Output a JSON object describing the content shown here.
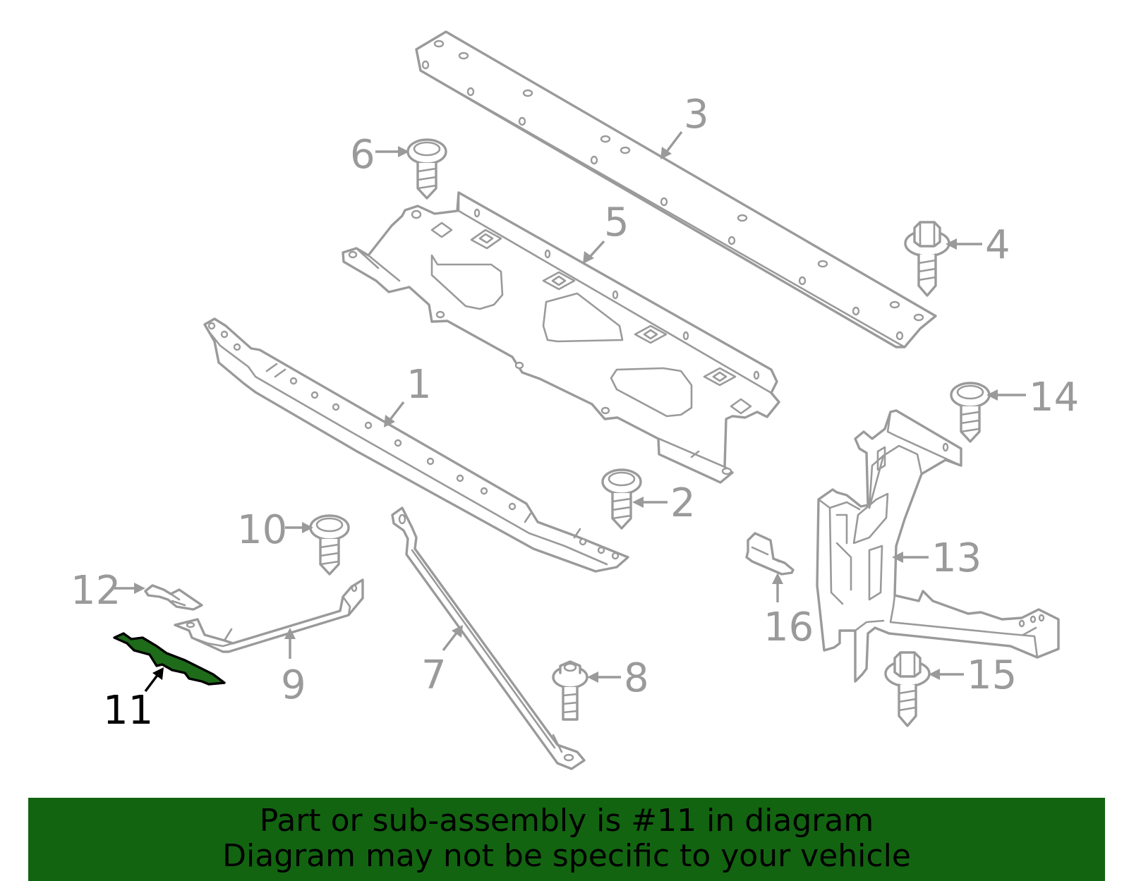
{
  "diagram": {
    "highlighted_part": "11",
    "callouts": [
      {
        "id": "c1",
        "label": "1"
      },
      {
        "id": "c2",
        "label": "2"
      },
      {
        "id": "c3",
        "label": "3"
      },
      {
        "id": "c4",
        "label": "4"
      },
      {
        "id": "c5",
        "label": "5"
      },
      {
        "id": "c6",
        "label": "6"
      },
      {
        "id": "c7",
        "label": "7"
      },
      {
        "id": "c8",
        "label": "8"
      },
      {
        "id": "c9",
        "label": "9"
      },
      {
        "id": "c10",
        "label": "10"
      },
      {
        "id": "c11",
        "label": "11"
      },
      {
        "id": "c12",
        "label": "12"
      },
      {
        "id": "c13",
        "label": "13"
      },
      {
        "id": "c14",
        "label": "14"
      },
      {
        "id": "c15",
        "label": "15"
      },
      {
        "id": "c16",
        "label": "16"
      }
    ],
    "colors": {
      "line": "#9a9a9a",
      "highlight_fill": "#1e6b1a",
      "highlight_label": "#000000",
      "banner_background": "#136411"
    }
  },
  "banner": {
    "line1": "Part or sub-assembly is #11 in diagram",
    "line2": "Diagram may not be specific to your vehicle"
  }
}
